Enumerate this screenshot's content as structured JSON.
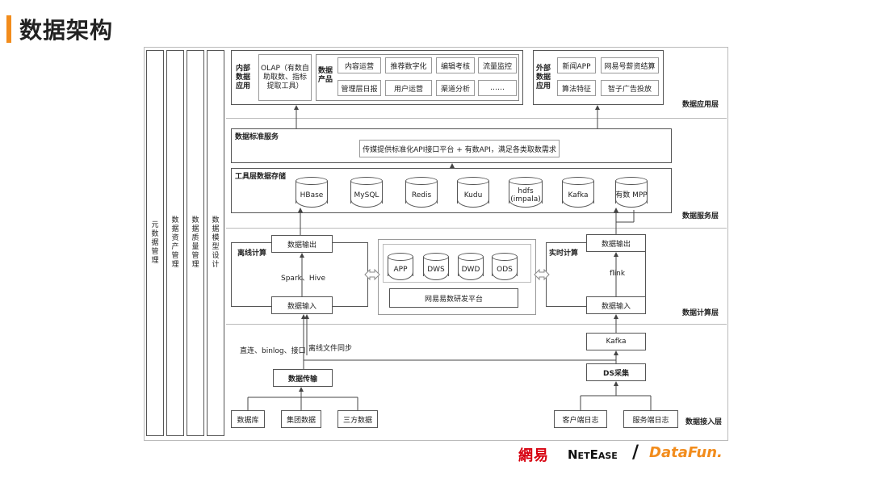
{
  "page": {
    "title": "数据架构"
  },
  "side_columns": [
    {
      "label": "元数据管理"
    },
    {
      "label": "数据资产管理"
    },
    {
      "label": "数据质量管理"
    },
    {
      "label": "数据模型设计"
    }
  ],
  "layers": {
    "application": "数据应用层",
    "service": "数据服务层",
    "compute": "数据计算层",
    "ingest": "数据接入层"
  },
  "app_layer": {
    "internal_title": "内部数据应用",
    "olap": "OLAP（有数自助取数、指标提取工具）",
    "data_product_title": "数据产品",
    "products": [
      "内容运营",
      "推荐数字化",
      "编辑考核",
      "流量监控",
      "管理层日报",
      "用户运营",
      "渠道分析",
      "……"
    ],
    "external_title": "外部数据应用",
    "external_items": [
      "新闻APP",
      "网易号薪资结算",
      "算法特征",
      "智子广告投放"
    ]
  },
  "service_layer": {
    "std_title": "数据标准服务",
    "std_desc": "传媒提供标准化API接口平台 + 有数API，满足各类取数需求",
    "storage_title": "工具层数据存储",
    "stores": [
      "HBase",
      "MySQL",
      "Redis",
      "Kudu",
      "hdfs (impala)",
      "Kafka",
      "有数 MPP"
    ]
  },
  "compute_layer": {
    "offline_title": "离线计算",
    "offline_output": "数据输出",
    "offline_engine": "Spark、Hive",
    "offline_input": "数据输入",
    "warehouse": [
      "APP",
      "DWS",
      "DWD",
      "ODS"
    ],
    "platform": "网易易数研发平台",
    "realtime_title": "实时计算",
    "realtime_output": "数据输出",
    "realtime_engine": "flink",
    "realtime_input": "数据输入"
  },
  "ingest_layer": {
    "offline_channels": "直连、binlog、接口",
    "file_sync": "离线文件同步",
    "transfer": "数据传输",
    "sources": [
      "数据库",
      "集团数据",
      "三方数据"
    ],
    "kafka": "Kafka",
    "ds_collect": "DS采集",
    "logs": [
      "客户端日志",
      "服务端日志"
    ]
  },
  "footer": {
    "logo_netease_cn": "網易",
    "logo_netease_en": "NetEase",
    "logo_sep": "/",
    "logo_datafun": "DataFun."
  }
}
